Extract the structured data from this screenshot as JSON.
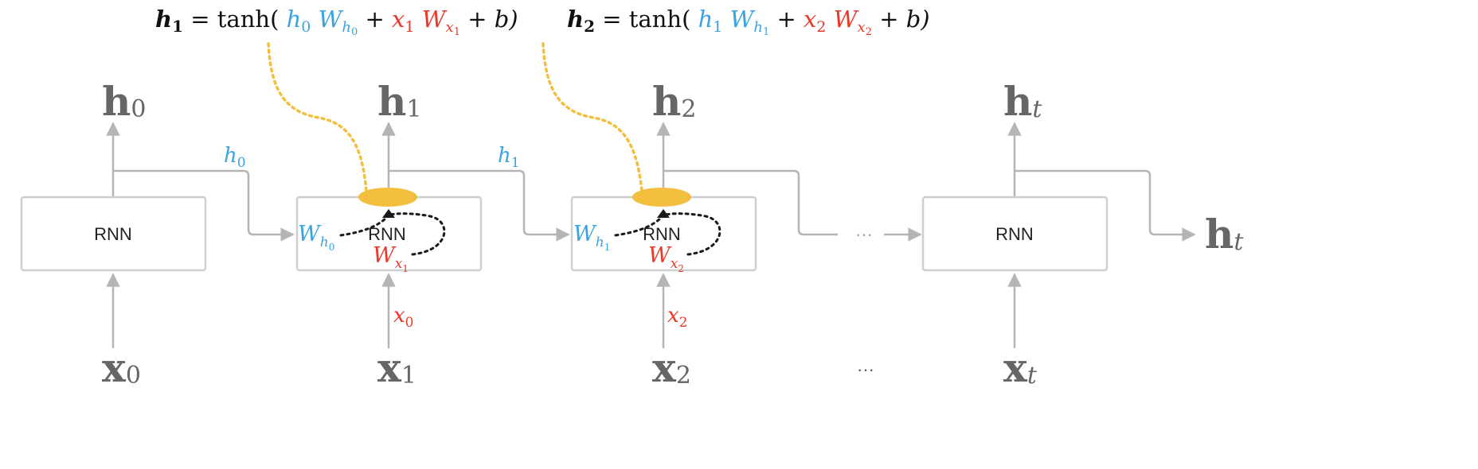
{
  "equations": [
    {
      "lhs": "h",
      "lhs_sub": "1",
      "func": "tanh(",
      "h": "h",
      "h_sub": "0",
      "w1": "W",
      "w1_sub": "h",
      "w1_subsub": "0",
      "plus1": "+",
      "x": "x",
      "x_sub": "1",
      "w2": "W",
      "w2_sub": "x",
      "w2_subsub": "1",
      "tail": "+ b)"
    },
    {
      "lhs": "h",
      "lhs_sub": "2",
      "func": "tanh(",
      "h": "h",
      "h_sub": "1",
      "w1": "W",
      "w1_sub": "h",
      "w1_subsub": "1",
      "plus1": "+",
      "x": "x",
      "x_sub": "2",
      "w2": "W",
      "w2_sub": "x",
      "w2_subsub": "2",
      "tail": "+ b)"
    }
  ],
  "cells": [
    {
      "label": "RNN",
      "out": "h",
      "out_sub": "0",
      "in": "x",
      "in_sub": "0"
    },
    {
      "label": "RNN",
      "out": "h",
      "out_sub": "1",
      "in": "x",
      "in_sub": "1"
    },
    {
      "label": "RNN",
      "out": "h",
      "out_sub": "2",
      "in": "x",
      "in_sub": "2"
    },
    {
      "label": "RNN",
      "out": "h",
      "out_sub": "t",
      "in": "x",
      "in_sub": "t"
    }
  ],
  "hidden_labels": [
    {
      "text": "h",
      "sub": "0"
    },
    {
      "text": "h",
      "sub": "1"
    }
  ],
  "weights": [
    {
      "wh": "W",
      "wh_sub": "h",
      "wh_subsub": "0",
      "wx": "W",
      "wx_sub": "x",
      "wx_subsub": "1"
    },
    {
      "wh": "W",
      "wh_sub": "h",
      "wh_subsub": "1",
      "wx": "W",
      "wx_sub": "x",
      "wx_subsub": "2"
    }
  ],
  "input_labels": [
    {
      "text": "x",
      "sub": "0"
    },
    {
      "text": "x",
      "sub": "2"
    }
  ],
  "ellipsis_mid": "···",
  "ellipsis_bottom": "···",
  "final_output": {
    "text": "h",
    "sub": "t"
  },
  "colors": {
    "blue": "#3ba3e0",
    "red": "#e8392a",
    "orange": "#f2c03e",
    "gray_text": "#666666",
    "line": "#b5b5b5",
    "box_border": "#cfcfcf"
  }
}
